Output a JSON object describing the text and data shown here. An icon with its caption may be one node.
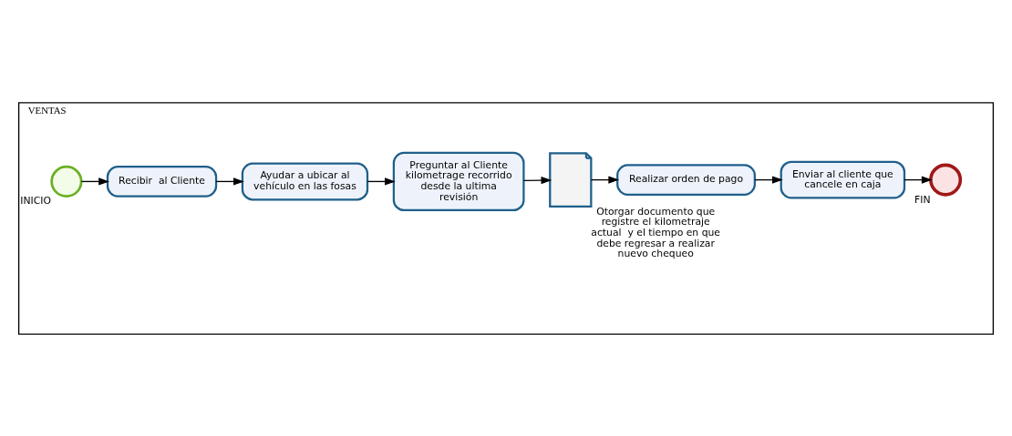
{
  "diagram": {
    "nodes": [
      {
        "text": [
          "VENTAS"
        ]
      },
      {
        "text": [],
        "shape": "circle",
        "beside": [
          "INICIO"
        ],
        "in": 0
      },
      {
        "text": [
          "Recibir  al Cliente"
        ],
        "in": 0
      },
      {
        "text": [
          "Ayudar a ubicar al vehículo en las fosas"
        ],
        "in": 0
      },
      {
        "text": [
          "Preguntar al Cliente kilometrage recorrido desde la ultima revisión"
        ],
        "in": 0
      },
      {
        "text": [],
        "shape": "document",
        "beside": [
          "Otorgar documento que registre el kilometraje actual  y el tiempo en que debe regresar a realizar nuevo chequeo"
        ],
        "in": 0
      },
      {
        "text": [
          "Realizar orden de pago"
        ],
        "in": 0
      },
      {
        "text": [
          "Enviar al cliente que cancele en caja"
        ],
        "in": 0
      },
      {
        "text": [],
        "shape": "circle",
        "beside": [
          "FIN"
        ],
        "in": 0
      }
    ],
    "edges": [
      {
        "from": 1,
        "to": 2,
        "arrow": "to"
      },
      {
        "from": 2,
        "to": 3,
        "arrow": "to"
      },
      {
        "from": 3,
        "to": 4,
        "arrow": "to"
      },
      {
        "from": 4,
        "to": 5,
        "arrow": "to"
      },
      {
        "from": 5,
        "to": 6,
        "arrow": "to"
      },
      {
        "from": 6,
        "to": 7,
        "arrow": "to"
      },
      {
        "from": 7,
        "to": 8,
        "arrow": "to"
      }
    ]
  }
}
